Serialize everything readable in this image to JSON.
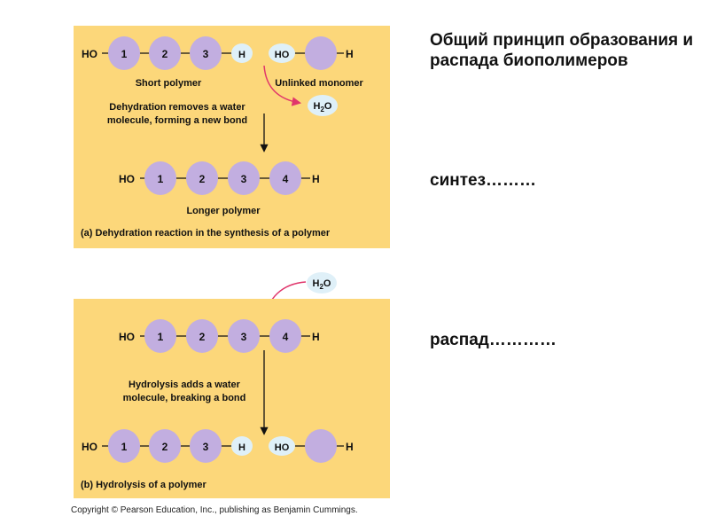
{
  "side": {
    "title": "Общий принцип образования и распада биополимеров",
    "synthesis": "синтез………",
    "decay": "распад…………"
  },
  "panel_a": {
    "chain_labels": [
      "HO",
      "1",
      "2",
      "3",
      "H",
      "HO",
      "H"
    ],
    "short_polymer": "Short polymer",
    "unlinked_monomer": "Unlinked monomer",
    "water": {
      "main": "H",
      "sub": "2",
      "tail": "O"
    },
    "step_line1": "Dehydration removes a water",
    "step_line2": "molecule, forming a new bond",
    "result_labels": [
      "HO",
      "1",
      "2",
      "3",
      "4",
      "H"
    ],
    "result_caption": "Longer polymer",
    "caption": "(a) Dehydration reaction in the synthesis of a polymer"
  },
  "panel_b": {
    "water": {
      "main": "H",
      "sub": "2",
      "tail": "O"
    },
    "chain_labels": [
      "HO",
      "1",
      "2",
      "3",
      "4",
      "H"
    ],
    "step_line1": "Hydrolysis adds a water",
    "step_line2": "molecule, breaking a bond",
    "result_labels": [
      "HO",
      "1",
      "2",
      "3",
      "H",
      "HO",
      "H"
    ],
    "caption": "(b) Hydrolysis of a polymer"
  },
  "copyright": "Copyright © Pearson Education, Inc., publishing as Benjamin Cummings.",
  "colors": {
    "panel": "#fcd77a",
    "monomer": "#c2aee0",
    "hydrogen": "#dff0f8",
    "arrow_red": "#e0356b",
    "arrow_black": "#111111"
  }
}
